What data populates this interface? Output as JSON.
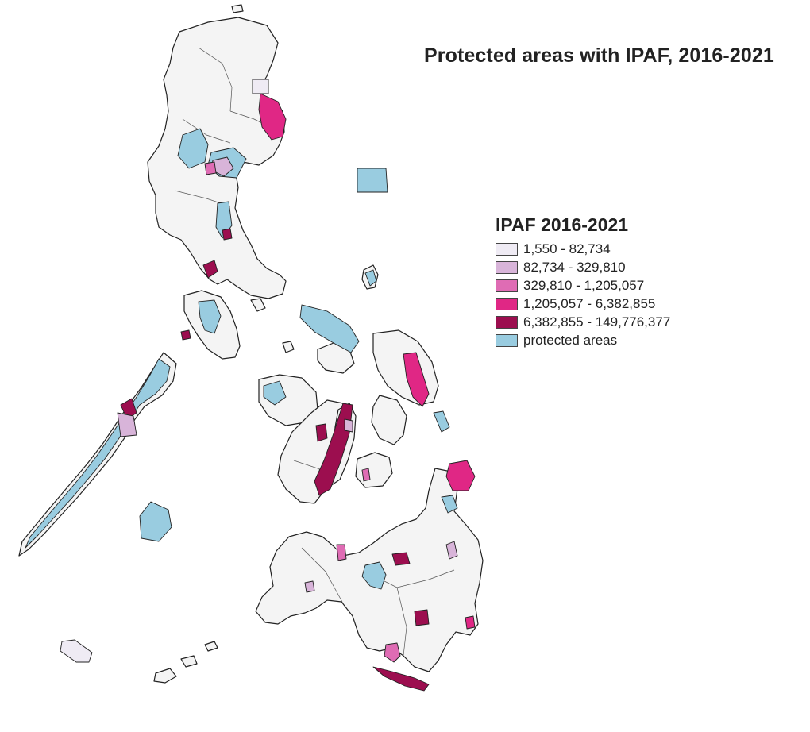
{
  "title": "Protected areas with IPAF, 2016-2021",
  "legend": {
    "title": "IPAF 2016-2021",
    "items": [
      {
        "label": "1,550 - 82,734",
        "color": "#efebf4"
      },
      {
        "label": "82,734 - 329,810",
        "color": "#d8b4d9"
      },
      {
        "label": "329,810 - 1,205,057",
        "color": "#df6cb4"
      },
      {
        "label": "1,205,057 - 6,382,855",
        "color": "#e02785"
      },
      {
        "label": "6,382,855 - 149,776,377",
        "color": "#9c0e4f"
      },
      {
        "label": "protected areas",
        "color": "#99cce0"
      }
    ]
  },
  "colors": {
    "land": "#f4f4f4",
    "outline": "#222222",
    "background": "#ffffff"
  }
}
